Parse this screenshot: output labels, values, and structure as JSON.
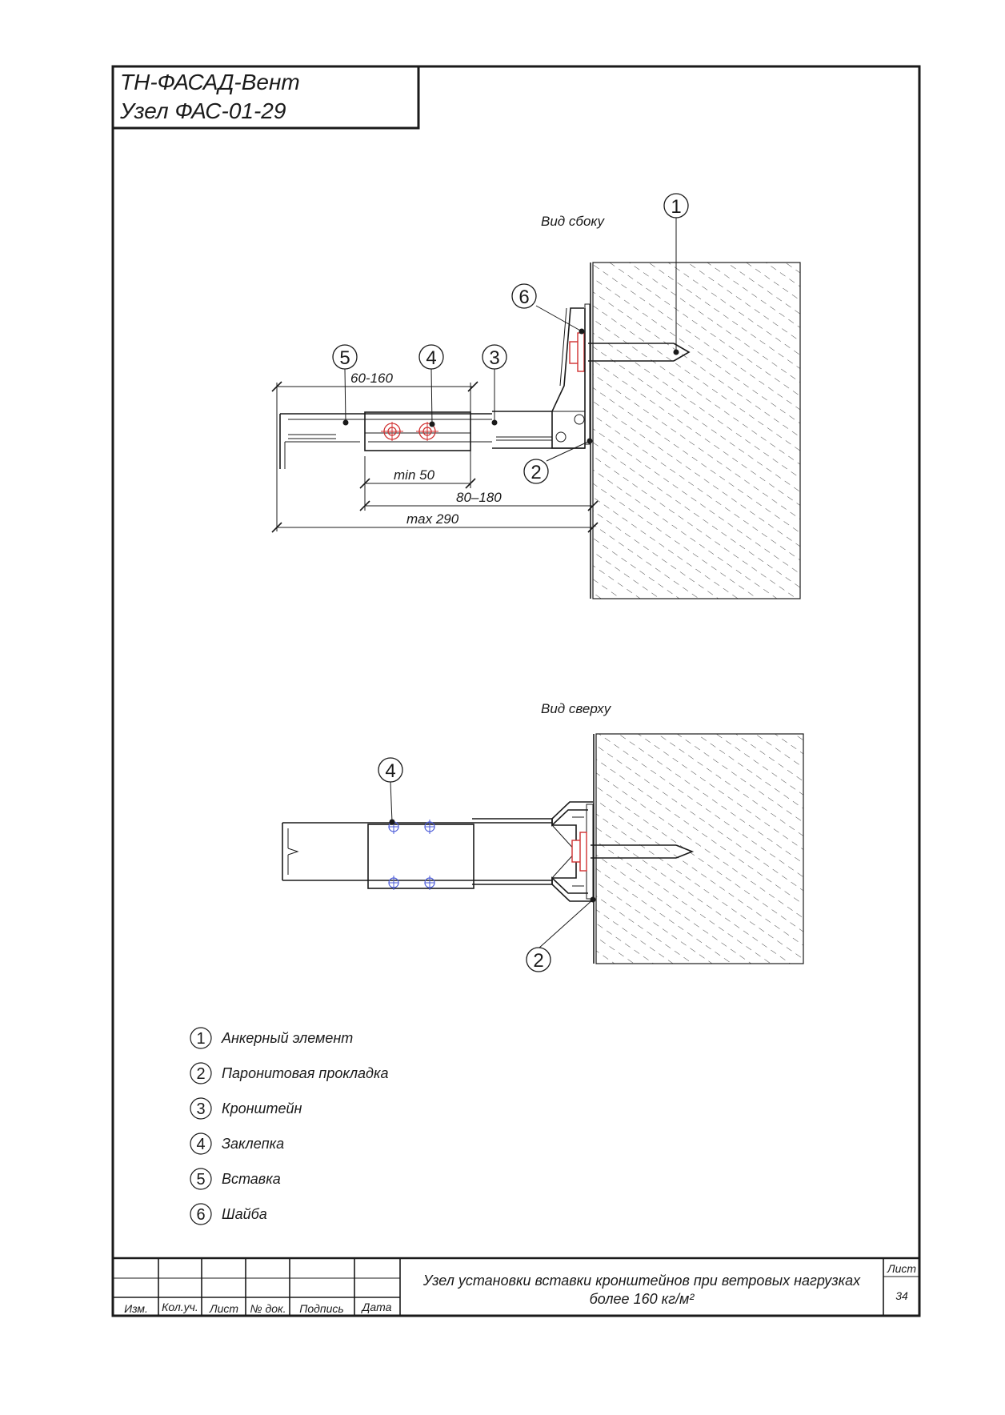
{
  "header": {
    "line1": "ТН-ФАСАД-Вент",
    "line2": "Узел ФАС-01-29"
  },
  "views": {
    "side": "Вид сбоку",
    "top": "Вид сверху"
  },
  "dimensions": {
    "d1": "60-160",
    "d2": "min 50",
    "d3": "80–180",
    "d4": "max 290"
  },
  "callouts": {
    "c1": "1",
    "c2": "2",
    "c3": "3",
    "c4": "4",
    "c5": "5",
    "c6": "6"
  },
  "legend": [
    {
      "num": "1",
      "text": "Анкерный элемент"
    },
    {
      "num": "2",
      "text": "Паронитовая прокладка"
    },
    {
      "num": "3",
      "text": "Кронштейн"
    },
    {
      "num": "4",
      "text": "Заклепка"
    },
    {
      "num": "5",
      "text": "Вставка"
    },
    {
      "num": "6",
      "text": "Шайба"
    }
  ],
  "title_block": {
    "col_izm": "Изм.",
    "col_kol": "Кол.уч.",
    "col_list": "Лист",
    "col_nodok": "№ док.",
    "col_podpis": "Подпись",
    "col_data": "Дата",
    "title_line1": "Узел установки вставки кронштейнов при ветровых нагрузках",
    "title_line2": "более 160 кг/м²",
    "sheet_label": "Лист",
    "sheet_number": "34"
  },
  "colors": {
    "line": "#1a1a1a",
    "rivet_red": "#d03030",
    "rivet_blue": "#4a5ad8",
    "hatch": "#333333"
  }
}
